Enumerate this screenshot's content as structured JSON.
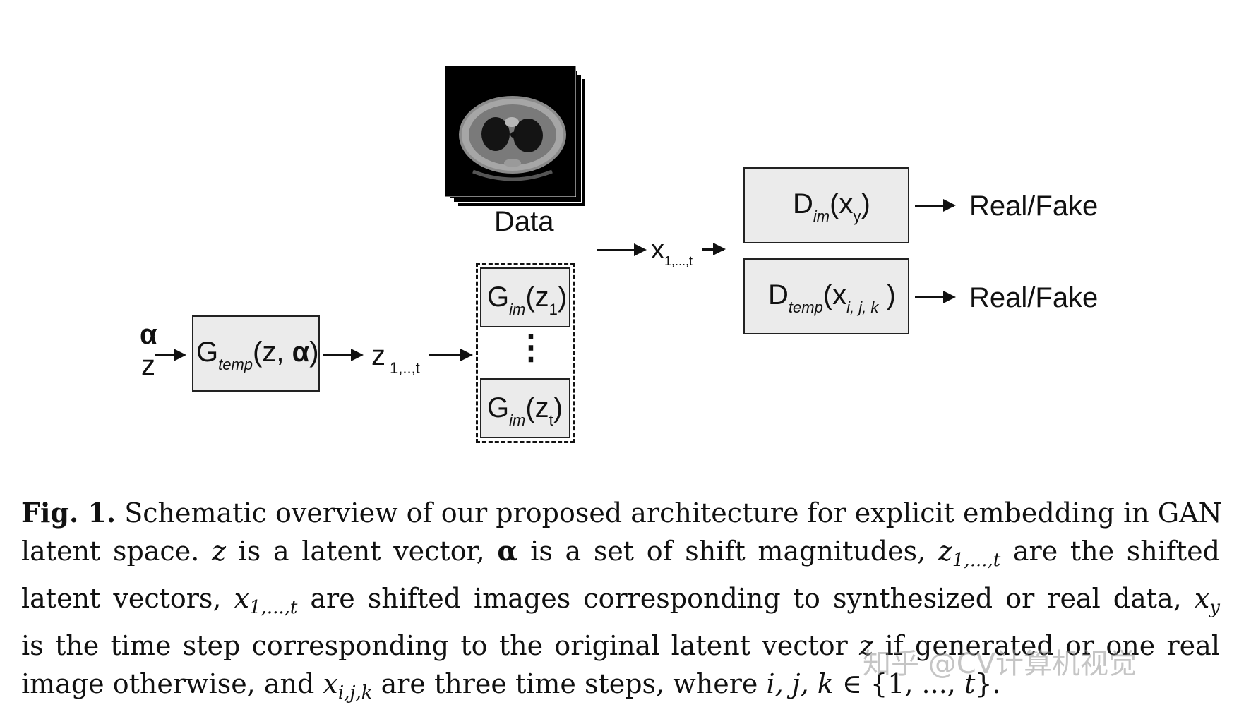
{
  "diagram": {
    "data_label": "Data",
    "g_temp": {
      "main": "G",
      "sub": "temp",
      "rest_open": "(z, ",
      "alpha": "α",
      "rest_close": ")"
    },
    "input_alpha": "α",
    "input_z": "z",
    "z_label": {
      "main": "z",
      "sub": "1,..,t"
    },
    "g_im_1": {
      "main": "G",
      "sub": "im",
      "open": "(z",
      "idx": "1",
      "close": ")"
    },
    "g_im_t": {
      "main": "G",
      "sub": "im",
      "open": "(z",
      "idx": "t",
      "close": ")"
    },
    "dots": "⋮",
    "x_label": {
      "main": "x",
      "sub": "1,...,t"
    },
    "d_im": {
      "main": "D",
      "sub": "im",
      "open": "(x",
      "idx": "y",
      "close": ")"
    },
    "d_temp": {
      "main": "D",
      "sub": "temp",
      "open": "(x",
      "idx": "i, j, k",
      "close": " )"
    },
    "output_1": "Real/Fake",
    "output_2": "Real/Fake"
  },
  "caption": {
    "fig_label": "Fig. 1.",
    "l1": "Schematic overview of our proposed architecture for explicit embedding in GAN",
    "l2a": "latent space.",
    "l2_z": "z",
    "l2b": "is a latent vector,",
    "l2_alpha": "α",
    "l2c": "is a set of shift magnitudes,",
    "l2_z2": "z",
    "l2_z2_sub": "1,...,t",
    "l2d": "are the shifted",
    "l3a": "latent vectors,",
    "l3_x": "x",
    "l3_x_sub": "1,...,t",
    "l3b": "are shifted images corresponding to synthesized or real data,",
    "l3_xy": "x",
    "l3_xy_sub": "y",
    "l4a": "is the time step corresponding to the original latent vector",
    "l4_z": "z",
    "l4b": "if generated or one real",
    "l5a": "image otherwise, and",
    "l5_x": "x",
    "l5_x_sub": "i,j,k",
    "l5b": "are three time steps, where",
    "l5_ijk": "i, j, k",
    "l5c": "∈ {1, ...,",
    "l5_t": "t",
    "l5d": "}."
  },
  "watermark": "知乎 @CV计算机视觉"
}
